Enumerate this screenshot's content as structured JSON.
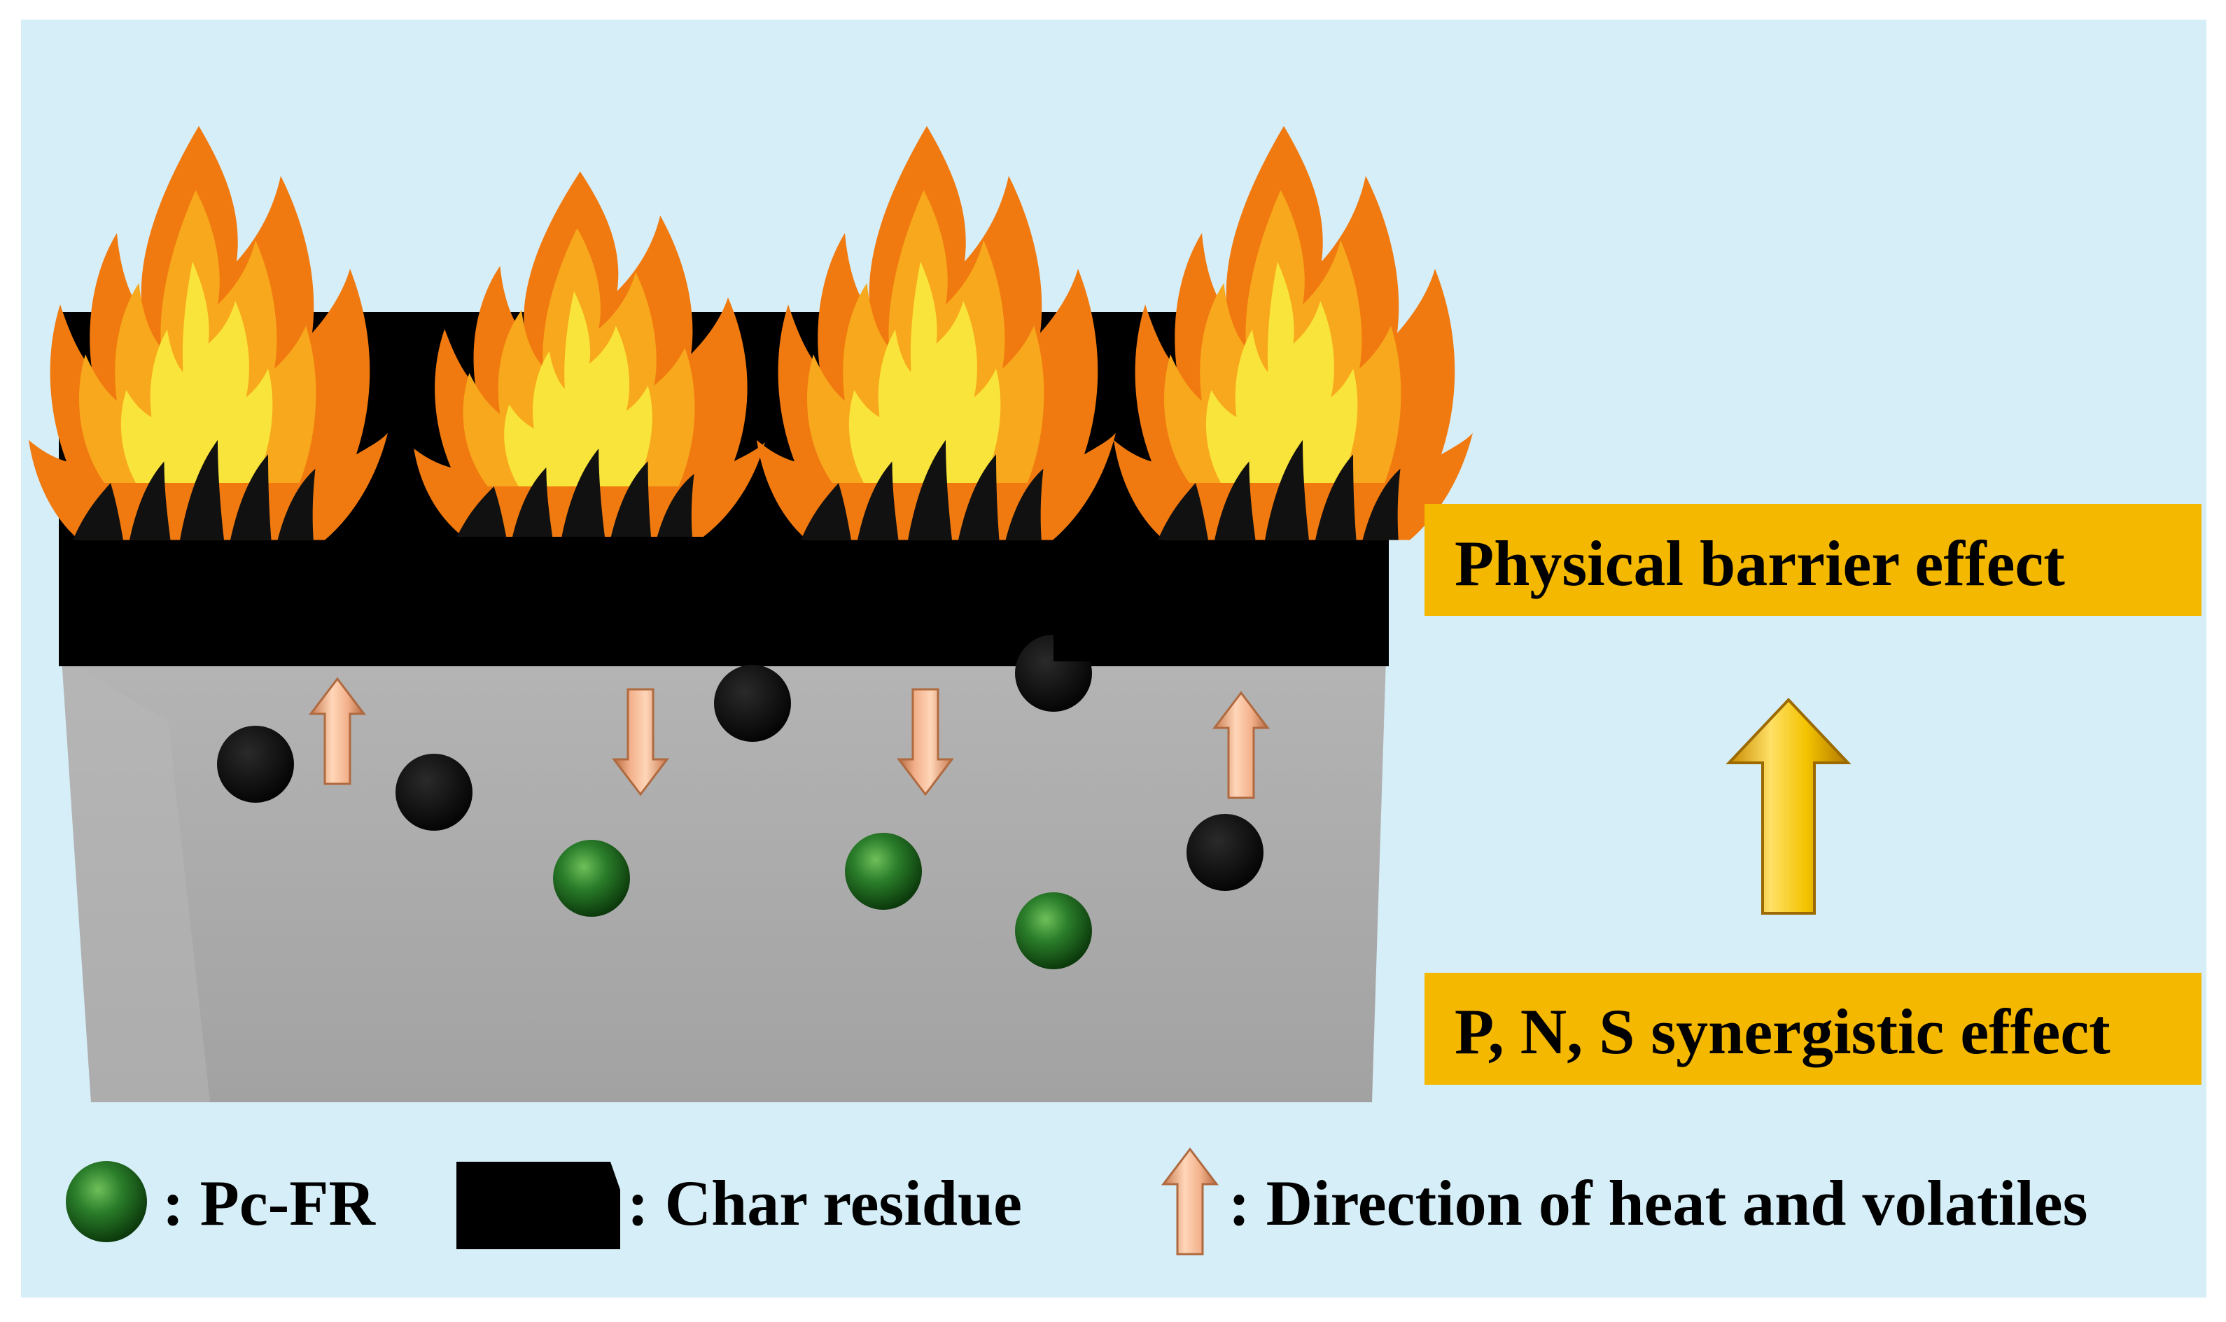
{
  "effects": {
    "top_label": "Physical barrier effect",
    "bottom_label": "P, N, S synergistic effect"
  },
  "legend": {
    "pc_fr_label": ": Pc-FR",
    "char_label": ": Char residue",
    "arrow_label": ": Direction of heat and volatiles"
  },
  "colors": {
    "background": "#d6eef8",
    "char": "#000000",
    "matrix": "#a8a8a8",
    "label_box": "#f5b800",
    "big_arrow": "#f2c000",
    "small_arrow": "#f1b48c",
    "sphere": "#1f6b1f",
    "flame_outer": "#f07a10",
    "flame_mid": "#f8a81c",
    "flame_inner": "#f8e43a"
  },
  "icons": {
    "flames": "flame-icon",
    "big_arrow": "up-arrow-icon",
    "small_arrow": "small-arrow-icon",
    "sphere": "pc-fr-sphere-icon"
  }
}
